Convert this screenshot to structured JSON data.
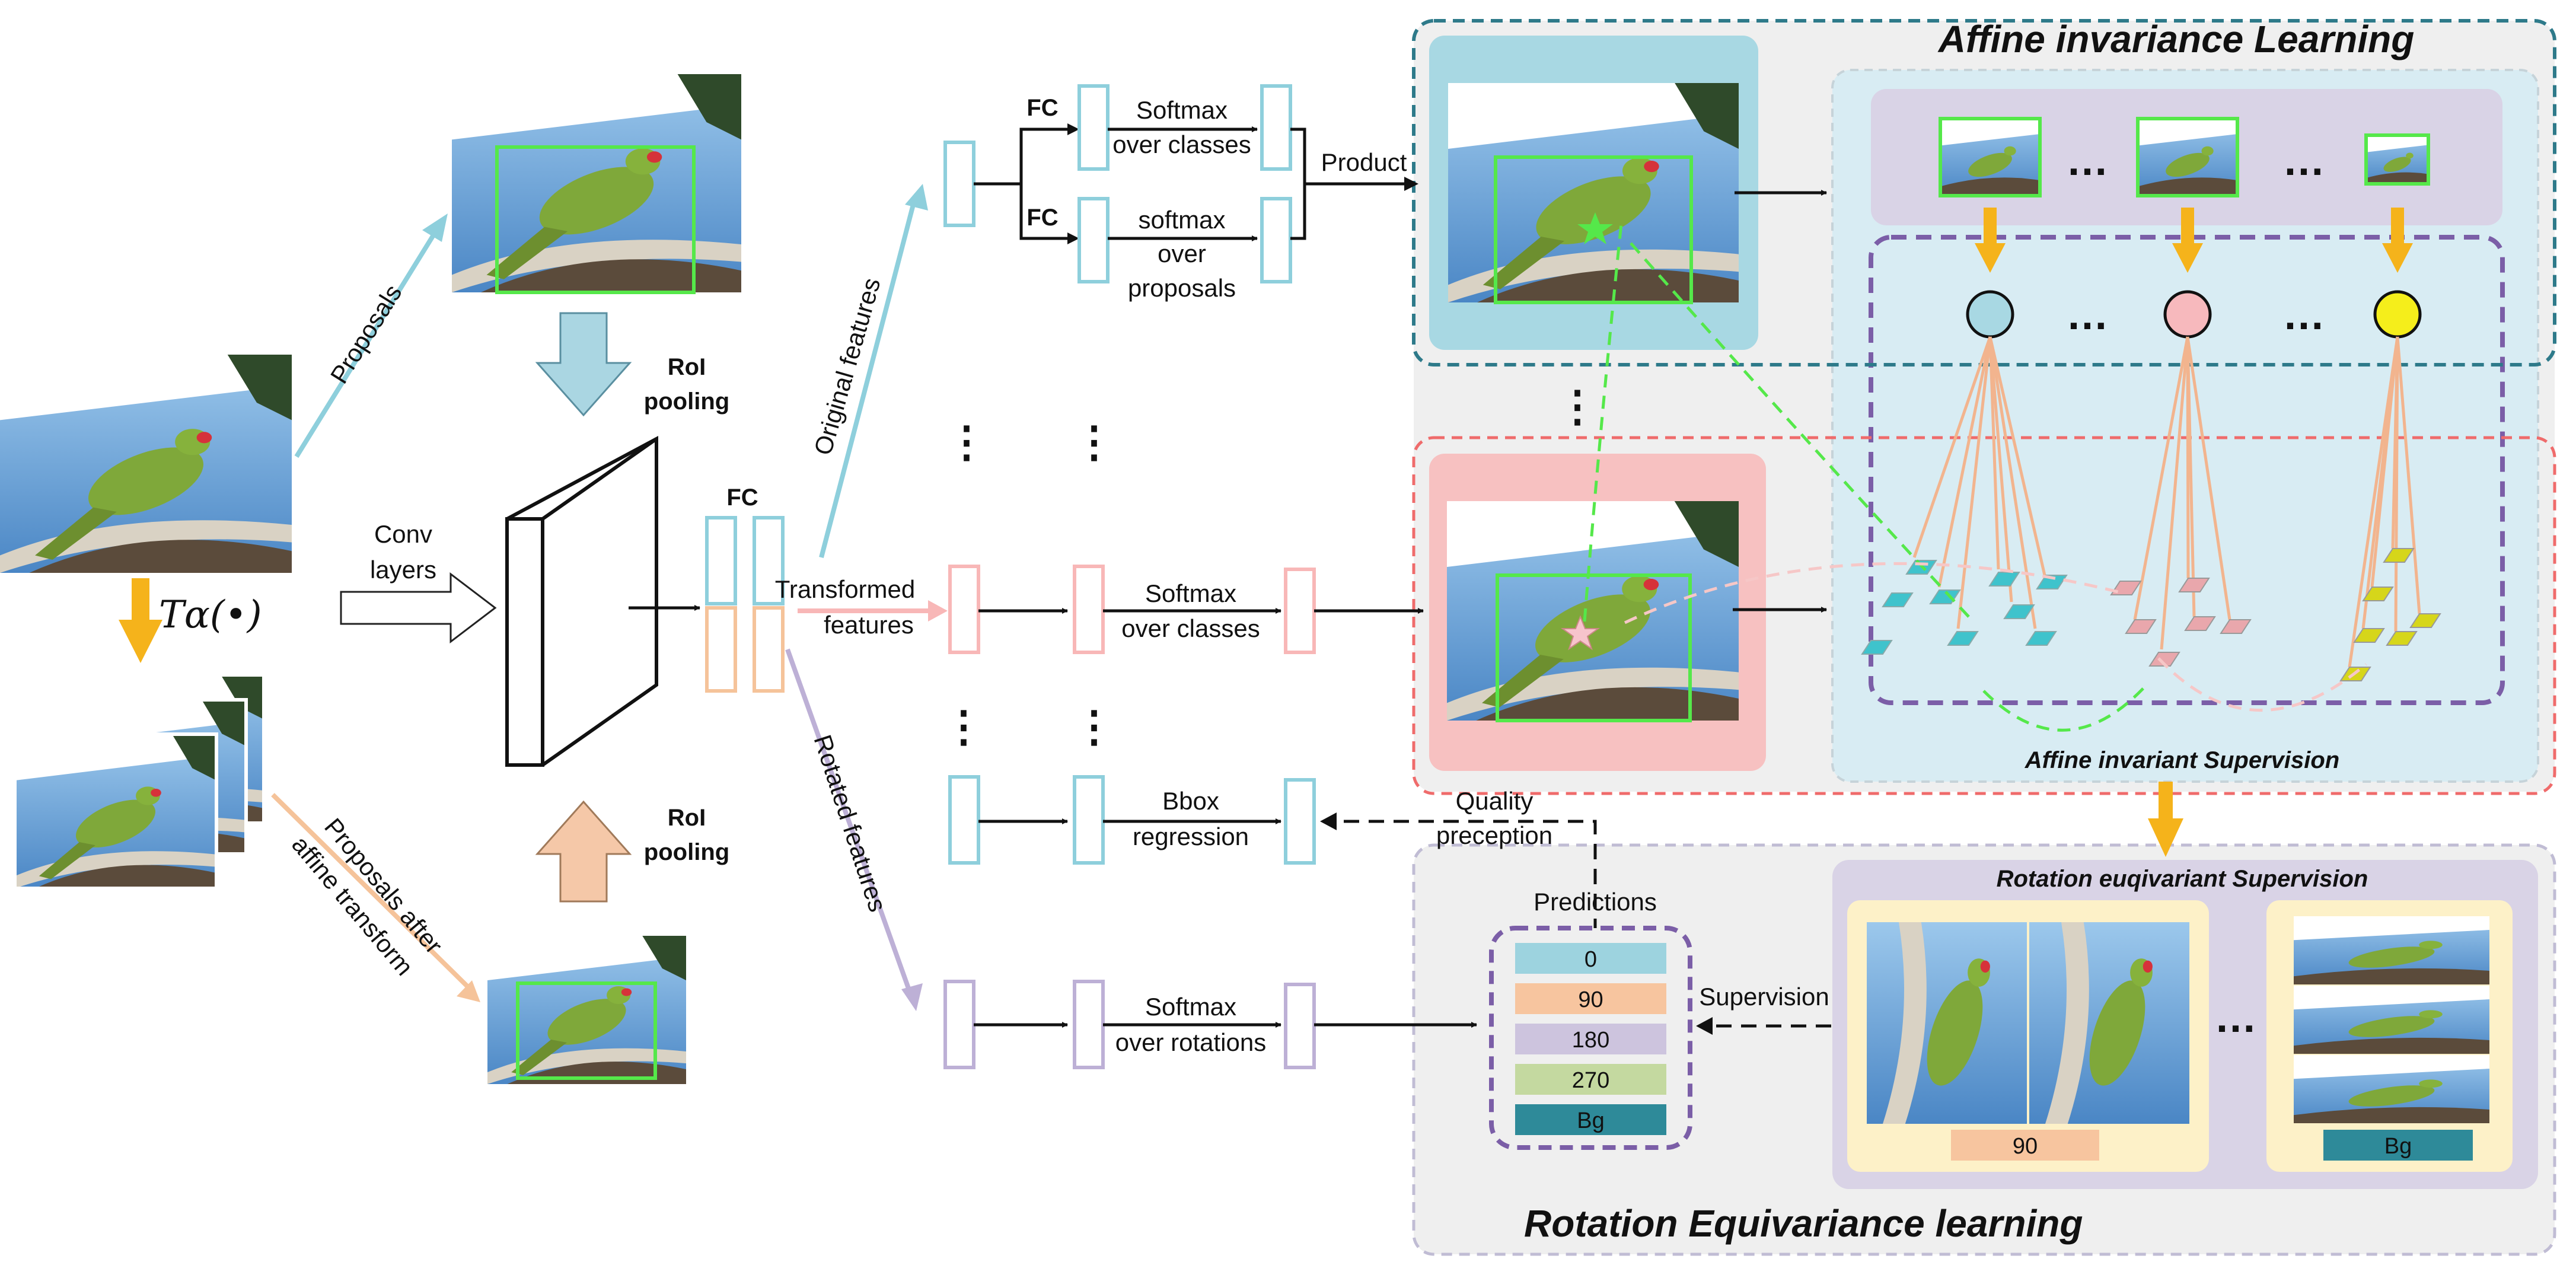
{
  "labels": {
    "proposals": "Proposals",
    "proposals_after": "Proposals after",
    "affine_transform": "affine transform",
    "transform_op": "Tα(•)",
    "conv_layers_1": "Conv",
    "conv_layers_2": "layers",
    "roi_pooling_top_1": "RoI",
    "roi_pooling_top_2": "pooling",
    "roi_pooling_bottom_1": "RoI",
    "roi_pooling_bottom_2": "pooling",
    "fc_main": "FC",
    "fc_upper": "FC",
    "fc_lower": "FC",
    "original_features": "Original features",
    "transformed_features_1": "Transformed",
    "transformed_features_2": "features",
    "rotated_features": "Rotated features",
    "softmax_classes_1": "Softmax",
    "softmax_classes_2": "over classes",
    "softmax_proposals_1": "softmax",
    "softmax_proposals_2": "over",
    "softmax_proposals_3": "proposals",
    "product": "Product",
    "softmax_classes_mid_1": "Softmax",
    "softmax_classes_mid_2": "over classes",
    "bbox_1": "Bbox",
    "bbox_2": "regression",
    "softmax_rot_1": "Softmax",
    "softmax_rot_2": "over rotations",
    "quality_1": "Quality",
    "quality_2": "preception",
    "predictions": "Predictions",
    "supervision": "Supervision",
    "affine_learning_title": "Affine invariance Learning",
    "affine_supervision": "Affine invariant Supervision",
    "rotation_supervision": "Rotation euqivariant Supervision",
    "rotation_learning_title": "Rotation Equivariance learning",
    "ellipsis": "…",
    "vdots": "⋮"
  },
  "predictions": [
    {
      "label": "0",
      "color": "#9dd3df"
    },
    {
      "label": "90",
      "color": "#f7c59f"
    },
    {
      "label": "180",
      "color": "#cdc4de"
    },
    {
      "label": "270",
      "color": "#c4d9a0"
    },
    {
      "label": "Bg",
      "color": "#2e8a99"
    }
  ],
  "rotation_examples": [
    {
      "label": "90",
      "color": "#f7c59f"
    },
    {
      "label": "Bg",
      "color": "#2e8a99"
    }
  ],
  "colors": {
    "blue": "#8ecfdc",
    "orange": "#f5c39a",
    "purple": "#bdb0d6",
    "pink": "#f8b7b7",
    "green_box": "#55e84a",
    "arrow_orange": "#f5b31b",
    "affine_border": "#2e7a8a",
    "transform_border": "#ef6b6b",
    "rotation_border": "#b9b1d3"
  }
}
